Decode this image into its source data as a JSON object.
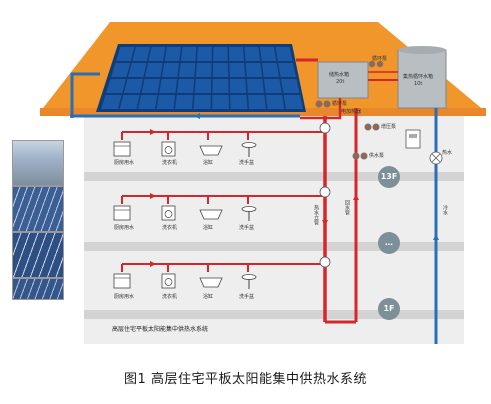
{
  "caption": "图1 高层住宅平板太阳能集中供热水系统",
  "diagram_title": "高层住宅平板太阳能集中供热水系统",
  "tanks": {
    "heat_tank": {
      "name": "储热水箱",
      "volume": "20t"
    },
    "supply_tank": {
      "name": "集热循环水箱",
      "volume": "10t"
    }
  },
  "labels": {
    "circ_pump": "循环泵",
    "aux_heat": "电加热器",
    "supply_pump": "供水泵",
    "boost_pump": "增压泵",
    "hot_riser": "热水立管",
    "cold_supply": "冷水",
    "hot_supply": "热水",
    "return_pipe": "回水管"
  },
  "floors": {
    "top": "13F",
    "middle": "…",
    "bottom": "1F"
  },
  "fixtures": [
    "厨房用水",
    "洗衣机",
    "浴缸",
    "洗手盆"
  ],
  "colors": {
    "roof": "#f0962a",
    "hot_pipe": "#d6262b",
    "cold_pipe": "#2a6fb6",
    "panel": "#1c5aa8",
    "wall": "#eeeeee",
    "floor_slab": "#d3d3d3"
  }
}
